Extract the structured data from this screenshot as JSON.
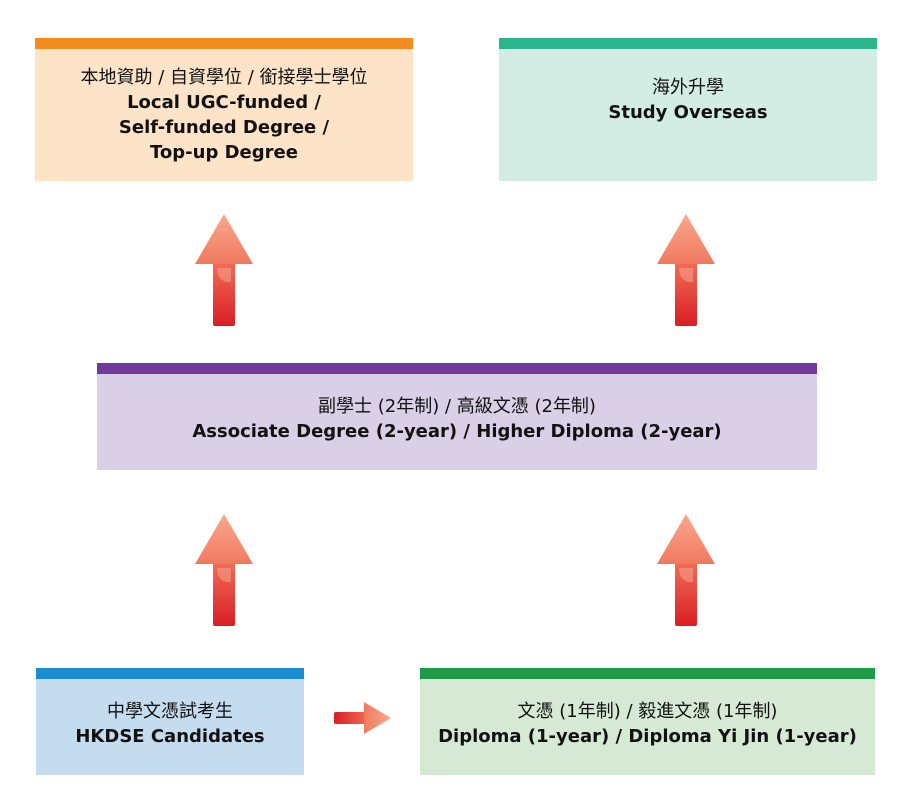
{
  "boxes": {
    "local_degree": {
      "zh": "本地資助 / 自資學位 / 銜接學士學位",
      "en_lines": [
        "Local UGC-funded /",
        "Self-funded Degree /",
        "Top-up Degree"
      ],
      "bar_color": "#f28c1e",
      "fill_color": "#fde3c8"
    },
    "study_overseas": {
      "zh": "海外升學",
      "en": "Study Overseas",
      "bar_color": "#2bb58c",
      "fill_color": "#d3ece4"
    },
    "associate_degree": {
      "zh": "副學士 (2年制) / 高級文憑 (2年制)",
      "en": "Associate Degree (2-year) / Higher Diploma (2-year)",
      "bar_color": "#74389a",
      "fill_color": "#d9cfe7"
    },
    "hkdse": {
      "zh": "中學文憑試考生",
      "en": "HKDSE Candidates",
      "bar_color": "#1a8ed0",
      "fill_color": "#c5dcef"
    },
    "diploma": {
      "zh": "文憑 (1年制) / 毅進文憑 (1年制)",
      "en": "Diploma (1-year) / Diploma Yi Jin (1-year)",
      "bar_color": "#1f9a47",
      "fill_color": "#d5e9d5"
    }
  },
  "arrow_colors": {
    "head": "#f5876a",
    "tail_top": "#f05a4a",
    "tail_bottom": "#d91e24"
  }
}
